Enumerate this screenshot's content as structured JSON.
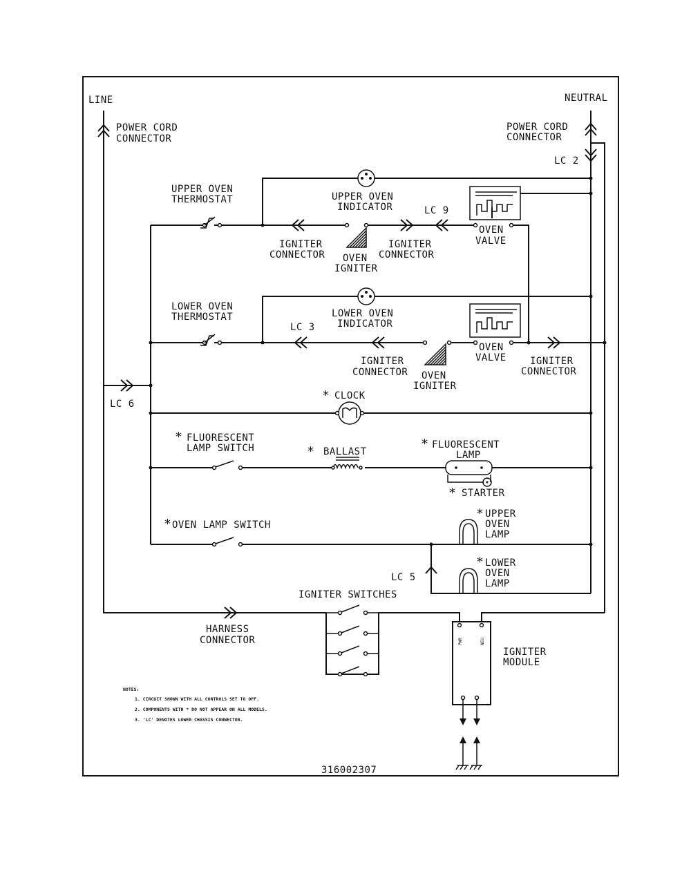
{
  "labels": {
    "line": "LINE",
    "neutral": "NEUTRAL",
    "power_cord_left": [
      "POWER CORD",
      "CONNECTOR"
    ],
    "power_cord_right": [
      "POWER CORD",
      "CONNECTOR"
    ],
    "lc2": "LC 2",
    "upper_oven_thermostat": [
      "UPPER OVEN",
      "THERMOSTAT"
    ],
    "upper_oven_indicator": [
      "UPPER OVEN",
      "INDICATOR"
    ],
    "lc9": "LC 9",
    "upper_igniter_connector_left": [
      "IGNITER",
      "CONNECTOR"
    ],
    "upper_oven_igniter": [
      "OVEN",
      "IGNITER"
    ],
    "upper_igniter_connector_right": [
      "IGNITER",
      "CONNECTOR"
    ],
    "upper_oven_valve": [
      "OVEN",
      "VALVE"
    ],
    "lower_oven_thermostat": [
      "LOWER OVEN",
      "THERMOSTAT"
    ],
    "lower_oven_indicator": [
      "LOWER OVEN",
      "INDICATOR"
    ],
    "lc3": "LC 3",
    "lower_igniter_connector_left": [
      "IGNITER",
      "CONNECTOR"
    ],
    "lower_oven_igniter": [
      "OVEN",
      "IGNITER"
    ],
    "lower_oven_valve": [
      "OVEN",
      "VALVE"
    ],
    "lower_igniter_connector_right": [
      "IGNITER",
      "CONNECTOR"
    ],
    "lc6": "LC 6",
    "clock": "CLOCK",
    "fluorescent_lamp_switch": [
      "FLUORESCENT",
      "LAMP SWITCH"
    ],
    "ballast": "BALLAST",
    "fluorescent_lamp": [
      "FLUORESCENT",
      "LAMP"
    ],
    "starter": "STARTER",
    "oven_lamp_switch": "OVEN LAMP SWITCH",
    "upper_oven_lamp": [
      "UPPER",
      "OVEN",
      "LAMP"
    ],
    "lc5": "LC 5",
    "lower_oven_lamp": [
      "LOWER",
      "OVEN",
      "LAMP"
    ],
    "igniter_switches": "IGNITER SWITCHES",
    "harness_connector": [
      "HARNESS",
      "CONNECTOR"
    ],
    "igniter_module": [
      "IGNITER",
      "MODULE"
    ],
    "module_terminal_left": "PWR",
    "module_terminal_right": "NEU",
    "asterisk": "*"
  },
  "notes": {
    "heading": "NOTES:",
    "items": [
      "1. CIRCUIT SHOWN WITH ALL CONTROLS SET TO OFF.",
      "2. COMPONENTS WITH * DO NOT APPEAR ON ALL MODELS.",
      "3. 'LC' DENOTES LOWER CHASSIS CONNECTOR."
    ]
  },
  "part_number": "316002307"
}
